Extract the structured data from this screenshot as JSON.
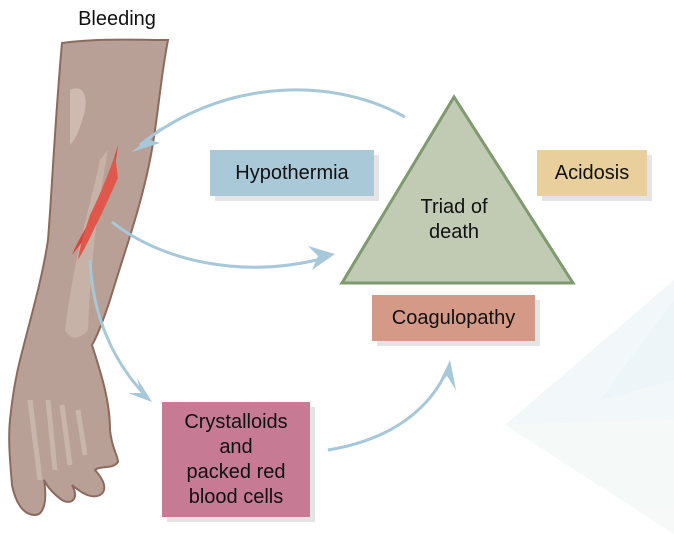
{
  "title": "Bleeding",
  "center": {
    "line1": "Triad of",
    "line2": "death"
  },
  "boxes": {
    "hypothermia": "Hypothermia",
    "acidosis": "Acidosis",
    "coagulopathy": "Coagulopathy",
    "crystalloids": {
      "line1": "Crystalloids",
      "line2": "and",
      "line3": "packed red",
      "line4": "blood cells"
    }
  },
  "colors": {
    "hypothermia": "#a9c9d8",
    "acidosis": "#e8cf9b",
    "coagulopathy": "#d59987",
    "crystalloids": "#c67a93",
    "triangle": "#c1cbb4",
    "triangle_border": "#7f9a6e",
    "arrow": "#a6c8d8",
    "skin": "#b79f93",
    "blood": "#d9453a"
  }
}
